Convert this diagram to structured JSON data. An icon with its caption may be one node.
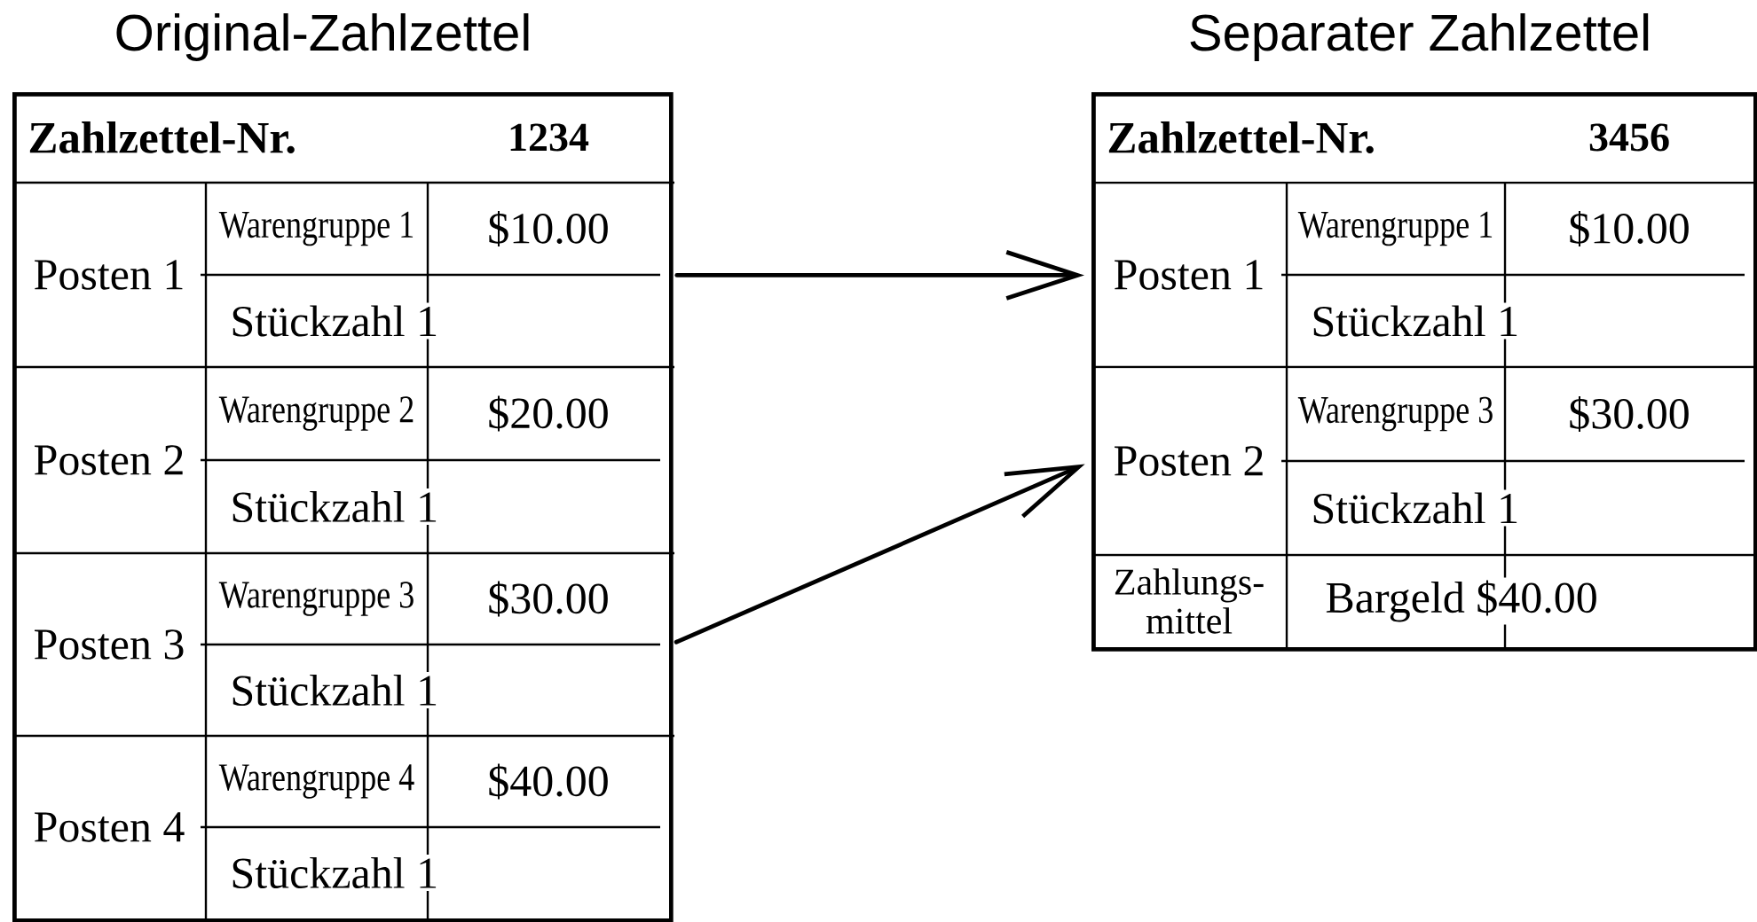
{
  "diagram": {
    "nodes": [
      {
        "text": [
          "Original-Zahlzettel"
        ]
      },
      {
        "text": [
          "Zahlzettel-Nr.",
          "1234"
        ],
        "in": 0
      },
      {
        "text": [
          "Posten 1",
          "Warengruppe 1",
          "$10.00",
          "Stückzahl 1"
        ],
        "in": 0
      },
      {
        "text": [
          "Posten 2",
          "Warengruppe 2",
          "$20.00",
          "Stückzahl 1"
        ],
        "in": 0
      },
      {
        "text": [
          "Posten 3",
          "Warengruppe 3",
          "$30.00",
          "Stückzahl 1"
        ],
        "in": 0
      },
      {
        "text": [
          "Posten 4",
          "Warengruppe 4",
          "$40.00",
          "Stückzahl 1"
        ],
        "in": 0
      },
      {
        "text": [
          "Separater Zahlzettel"
        ]
      },
      {
        "text": [
          "Zahlzettel-Nr.",
          "3456"
        ],
        "in": 6
      },
      {
        "text": [
          "Posten 1",
          "Warengruppe 1",
          "$10.00",
          "Stückzahl 1"
        ],
        "in": 6
      },
      {
        "text": [
          "Posten 2",
          "Warengruppe 3",
          "$30.00",
          "Stückzahl 1"
        ],
        "in": 6
      },
      {
        "text": [
          "Zahlungs- mittel",
          "Bargeld $40.00"
        ],
        "in": 6
      }
    ],
    "edges": [
      {
        "from": 2,
        "to": 8,
        "arrow": "to"
      },
      {
        "from": 4,
        "to": 9,
        "arrow": "to"
      }
    ]
  }
}
